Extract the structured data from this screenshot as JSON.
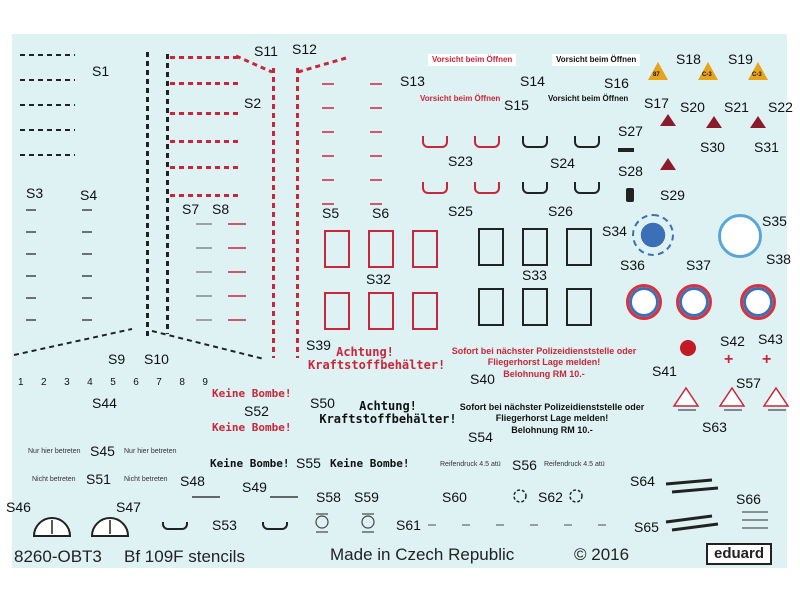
{
  "sheet": {
    "labels": {
      "S1": "S1",
      "S2": "S2",
      "S3": "S3",
      "S4": "S4",
      "S5": "S5",
      "S6": "S6",
      "S7": "S7",
      "S8": "S8",
      "S9": "S9",
      "S10": "S10",
      "S11": "S11",
      "S12": "S12",
      "S13": "S13",
      "S14": "S14",
      "S15": "S15",
      "S16": "S16",
      "S17": "S17",
      "S18": "S18",
      "S19": "S19",
      "S20": "S20",
      "S21": "S21",
      "S22": "S22",
      "S23": "S23",
      "S24": "S24",
      "S25": "S25",
      "S26": "S26",
      "S27": "S27",
      "S28": "S28",
      "S29": "S29",
      "S30": "S30",
      "S31": "S31",
      "S32": "S32",
      "S33": "S33",
      "S34": "S34",
      "S35": "S35",
      "S36": "S36",
      "S37": "S37",
      "S38": "S38",
      "S39": "S39",
      "S40": "S40",
      "S41": "S41",
      "S42": "S42",
      "S43": "S43",
      "S44": "S44",
      "S45": "S45",
      "S46": "S46",
      "S47": "S47",
      "S48": "S48",
      "S49": "S49",
      "S50": "S50",
      "S51": "S51",
      "S52": "S52",
      "S53": "S53",
      "S54": "S54",
      "S55": "S55",
      "S56": "S56",
      "S57": "S57",
      "S58": "S58",
      "S59": "S59",
      "S60": "S60",
      "S61": "S61",
      "S62": "S62",
      "S63": "S63",
      "S64": "S64",
      "S65": "S65",
      "S66": "S66"
    },
    "numbers": [
      "1",
      "2",
      "3",
      "4",
      "5",
      "6",
      "7",
      "8",
      "9"
    ],
    "stencils": {
      "vorsicht": "Vorsicht beim Öffnen",
      "achtung_line1": "Achtung!",
      "achtung_line2": "Kraftstoffbehälter!",
      "keine_bombe": "Keine Bombe!",
      "sofort_line1": "Sofort bei nächster Polizeidienststelle oder",
      "sofort_line2": "Fliegerhorst Lage melden!",
      "sofort_line3": "Belohnung RM 10.-",
      "nur_hier_betreten": "Nur hier betreten",
      "nicht_betreten": "Nicht betreten",
      "reifendruck": "Reifendruck 4.5 atü"
    },
    "triangles": [
      "87",
      "C-3",
      "C-3"
    ],
    "colors": {
      "sheet": "#dff2f3",
      "red": "#c8263a",
      "black": "#222222",
      "orange": "#e7a319",
      "blue": "#3b6fb8",
      "maroon": "#8b1a2b"
    }
  },
  "footer": {
    "code": "8260-OBT3",
    "title": "Bf 109F stencils",
    "made_in": "Made in Czech Republic",
    "copyright": "© 2016",
    "brand": "eduard"
  }
}
